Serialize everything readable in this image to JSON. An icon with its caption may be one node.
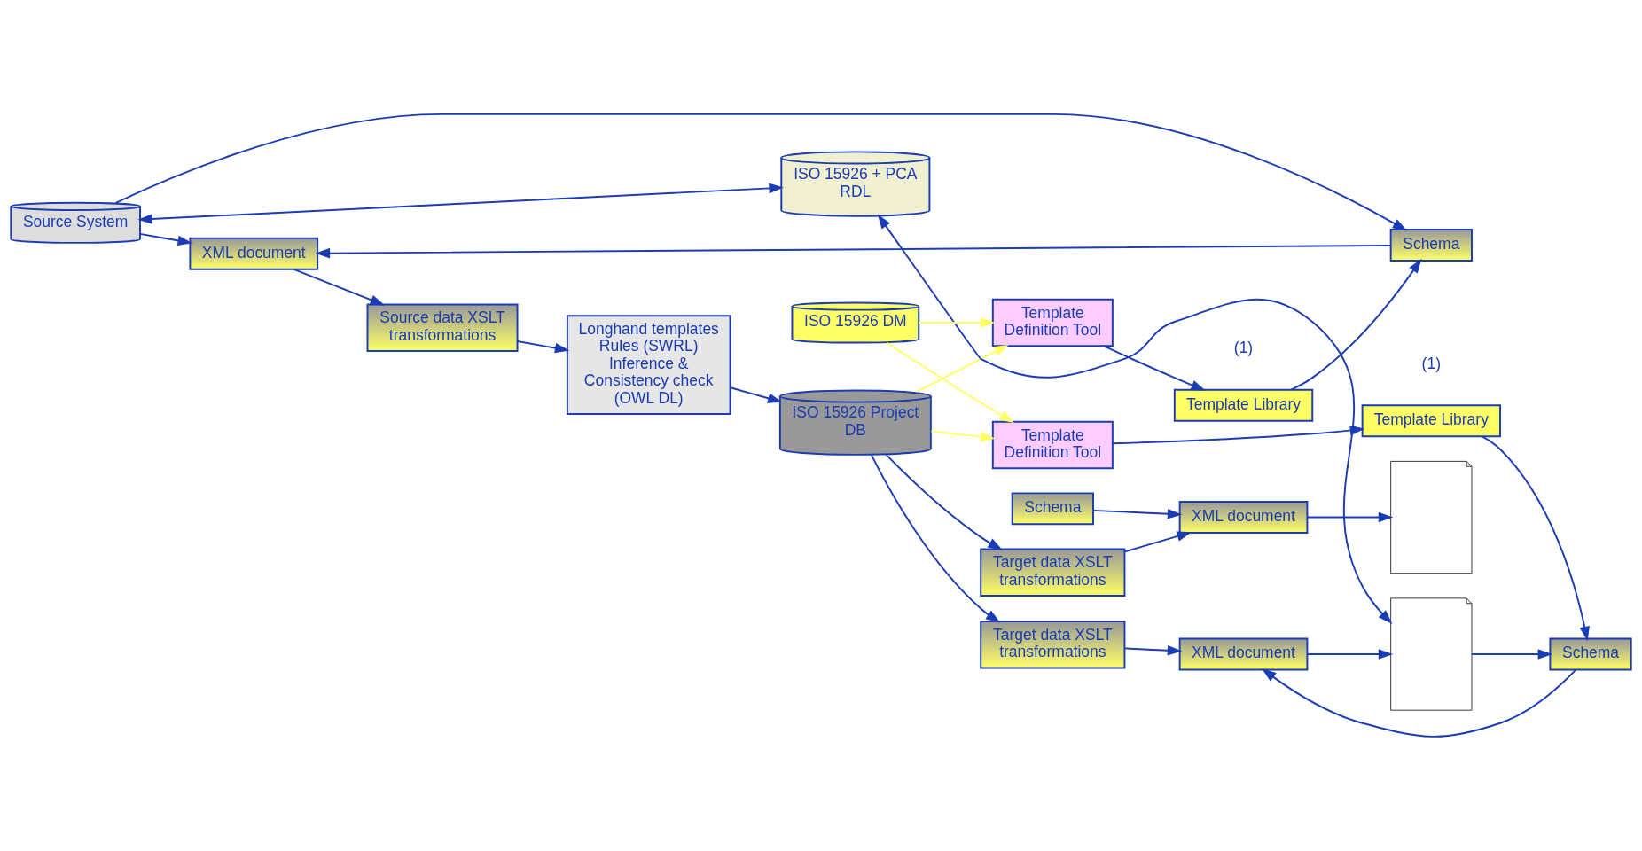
{
  "diagram": {
    "nodes": [
      {
        "text": [
          "Source System"
        ]
      },
      {
        "text": [
          "XML document"
        ]
      },
      {
        "text": [
          "Schema"
        ]
      },
      {
        "text": [
          "Source data XSLT transformations"
        ]
      },
      {
        "text": [
          "Longhand templates Rules (SWRL) Inference & Consistency check (OWL DL)"
        ]
      },
      {
        "text": [
          "Target data XSLT transformations"
        ]
      },
      {
        "text": [
          "XML document"
        ]
      },
      {
        "text": [
          "Schema"
        ]
      },
      {
        "text": [],
        "shape": "picture"
      },
      {
        "text": [
          "Target data XSLT transformations"
        ]
      },
      {
        "text": [
          "XML document"
        ]
      },
      {
        "text": [
          "Schema"
        ]
      },
      {
        "text": [],
        "shape": "picture"
      },
      {
        "text": [
          "Template Library"
        ],
        "beside": [
          "(1)"
        ]
      },
      {
        "text": [
          "Template Definition Tool"
        ]
      },
      {
        "text": [
          "Template Library"
        ],
        "beside": [
          "(1)"
        ]
      },
      {
        "text": [
          "Template Definition Tool"
        ]
      },
      {
        "text": [
          "ISO 15926 Project DB"
        ]
      },
      {
        "text": [
          "ISO 15926 + PCA RDL"
        ]
      },
      {
        "text": [
          "ISO 15926 DM"
        ]
      }
    ],
    "edges": [
      {
        "from": 0,
        "to": 1,
        "arrow": "to"
      },
      {
        "from": 2,
        "to": 1,
        "arrow": "to"
      },
      {
        "from": 1,
        "to": 3,
        "arrow": "to"
      },
      {
        "from": 3,
        "to": 4,
        "arrow": "to"
      },
      {
        "from": 4,
        "to": 17,
        "arrow": "to"
      },
      {
        "from": 0,
        "to": 2,
        "arrow": "to"
      },
      {
        "from": 13,
        "to": 2,
        "arrow": "to"
      },
      {
        "from": 14,
        "to": 13,
        "arrow": "to"
      },
      {
        "from": 17,
        "to": 5,
        "arrow": "to"
      },
      {
        "from": 17,
        "to": 9,
        "arrow": "to"
      },
      {
        "from": 5,
        "to": 6,
        "arrow": "to"
      },
      {
        "from": 7,
        "to": 6,
        "arrow": "to"
      },
      {
        "from": 6,
        "to": 8,
        "arrow": "to"
      },
      {
        "from": 9,
        "to": 10,
        "arrow": "to"
      },
      {
        "from": 11,
        "to": 10,
        "arrow": "to"
      },
      {
        "from": 10,
        "to": 12,
        "arrow": "to"
      },
      {
        "from": 12,
        "to": 11,
        "arrow": "to"
      },
      {
        "from": 15,
        "to": 11,
        "arrow": "to"
      },
      {
        "from": 16,
        "to": 15,
        "arrow": "to"
      },
      {
        "from": 17,
        "to": 14,
        "arrow": "to",
        "color": "#ffff66"
      },
      {
        "from": 19,
        "to": 14,
        "arrow": "to",
        "color": "#ffff66"
      },
      {
        "from": 18,
        "to": 0,
        "arrow": "both"
      },
      {
        "from": 17,
        "to": 16,
        "arrow": "to",
        "color": "#ffff66"
      },
      {
        "from": 19,
        "to": 16,
        "arrow": "to",
        "color": "#ffff66"
      },
      {
        "from": 18,
        "to": 12,
        "arrow": "both"
      }
    ]
  }
}
